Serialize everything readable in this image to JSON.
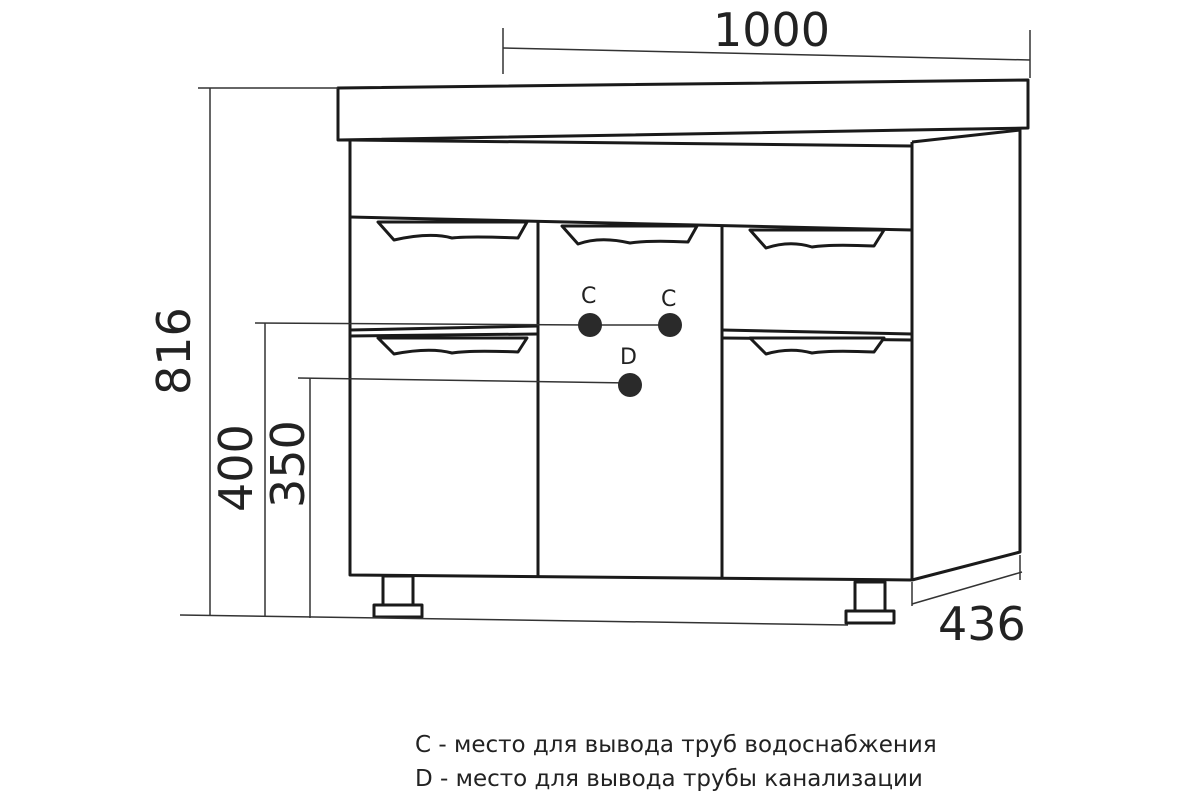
{
  "dimensions": {
    "width": "1000",
    "height": "816",
    "depth": "436",
    "supply_height": "400",
    "drain_height": "350"
  },
  "points": {
    "supply_left": "C",
    "supply_right": "C",
    "drain": "D"
  },
  "legend": {
    "line_c": "С - место для вывода труб водоснабжения",
    "line_d": "D - место для вывода трубы канализации"
  },
  "colors": {
    "line": "#1a1a1a",
    "thin": "#333333",
    "point": "#2a2a2a"
  }
}
